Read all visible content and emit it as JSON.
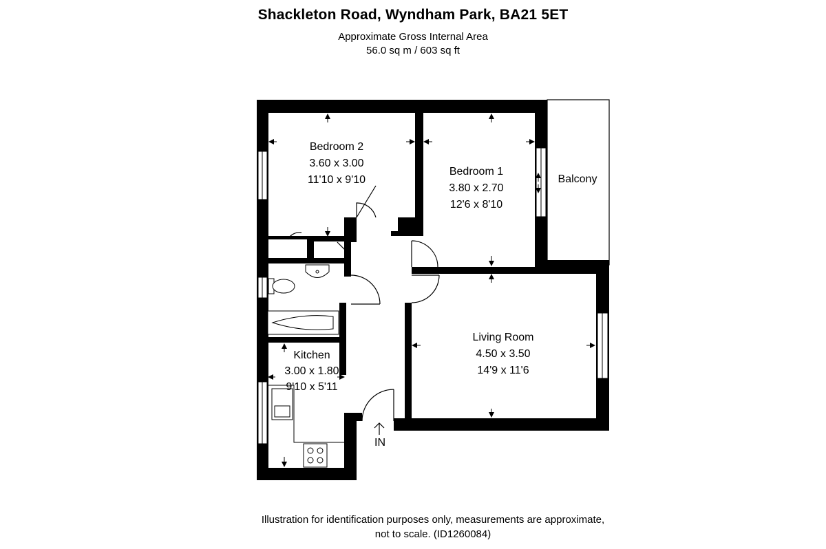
{
  "header": {
    "address": "Shackleton Road, Wyndham Park, BA21 5ET",
    "area_caption": "Approximate Gross Internal Area",
    "area_value": "56.0 sq m / 603 sq ft"
  },
  "rooms": {
    "bedroom2": {
      "name": "Bedroom 2",
      "metric": "3.60 x 3.00",
      "imperial": "11'10 x 9'10"
    },
    "bedroom1": {
      "name": "Bedroom 1",
      "metric": "3.80 x 2.70",
      "imperial": "12'6 x 8'10"
    },
    "balcony": {
      "name": "Balcony"
    },
    "living": {
      "name": "Living Room",
      "metric": "4.50 x 3.50",
      "imperial": "14'9 x 11'6"
    },
    "kitchen": {
      "name": "Kitchen",
      "metric": "3.00 x 1.80",
      "imperial": "9'10 x 5'11"
    }
  },
  "entrance": {
    "label": "IN"
  },
  "footer": {
    "line1": "Illustration for identification purposes only, measurements are approximate,",
    "line2": "not to scale. (ID1260084)"
  }
}
